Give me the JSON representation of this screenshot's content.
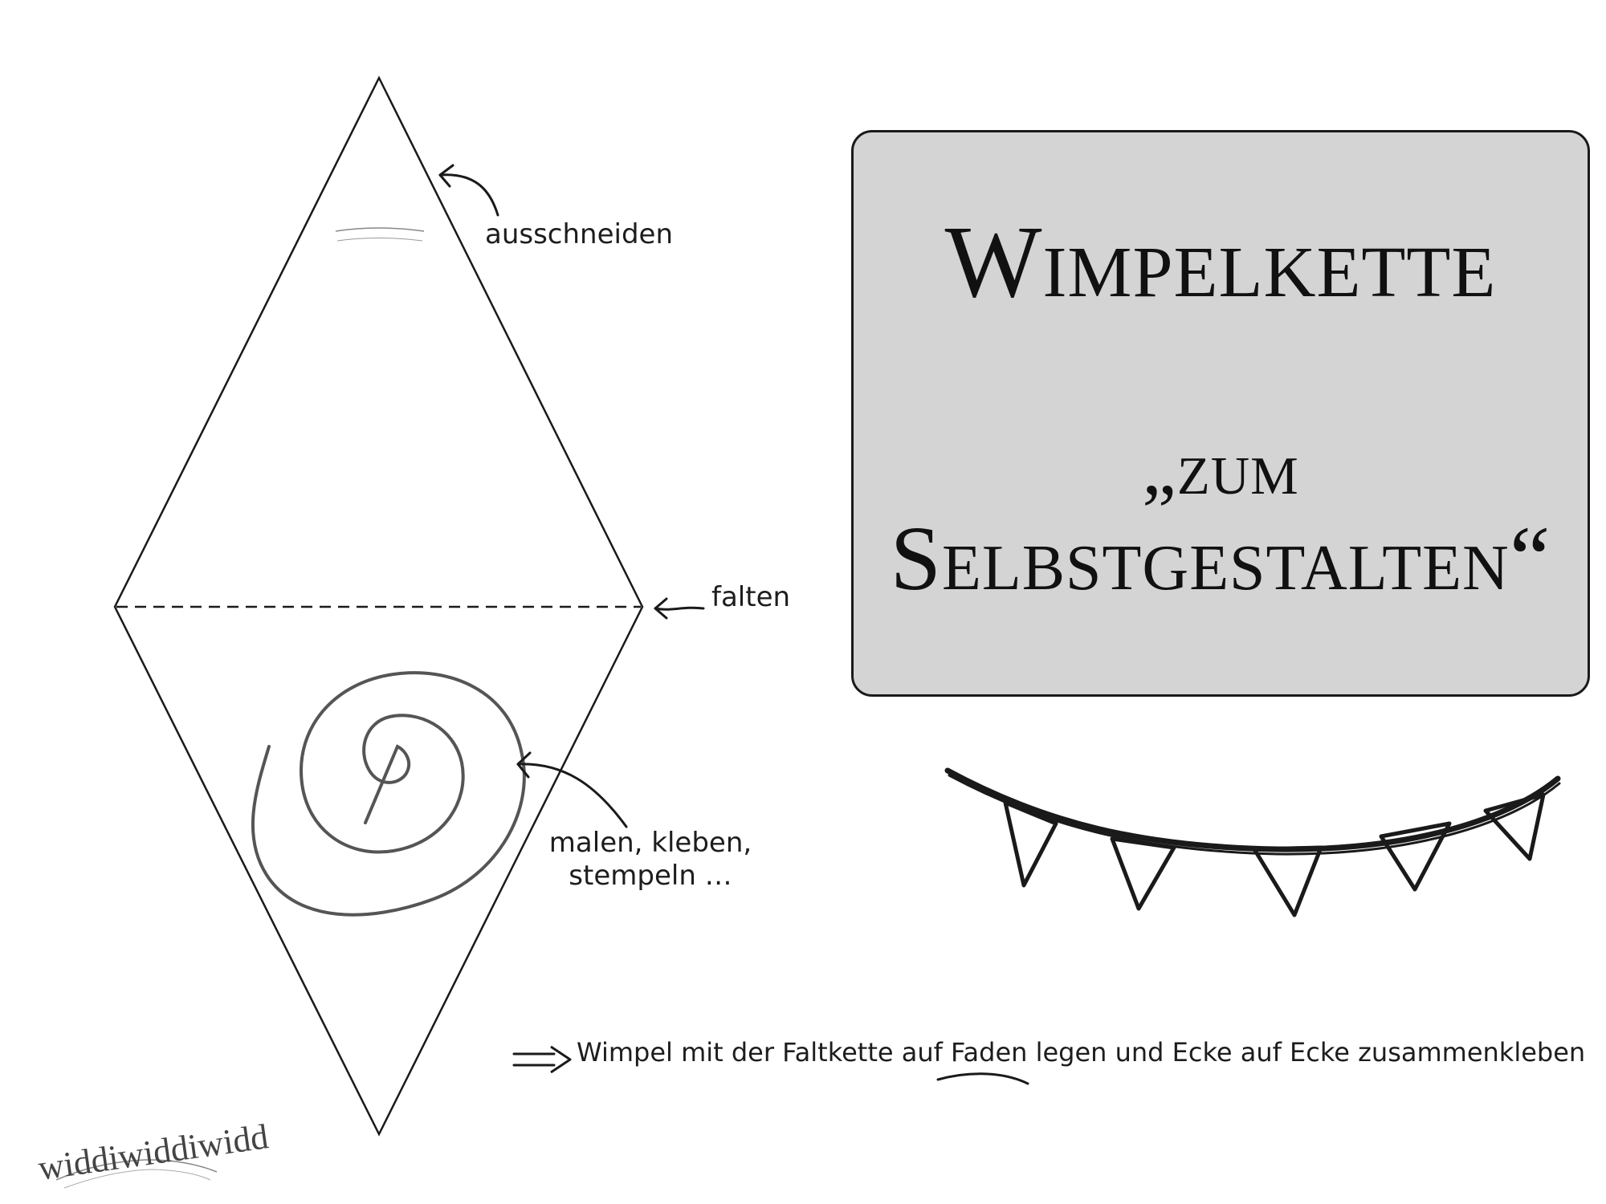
{
  "title": {
    "main": "Wimpelkette",
    "line2": "„zum",
    "line3": "Selbstgestalten“"
  },
  "labels": {
    "cut": "ausschneiden",
    "fold": "falten",
    "decorate_line1": "malen, kleben,",
    "decorate_line2": "stempeln …"
  },
  "instruction": {
    "before": "Wimpel mit der Faltkette auf ",
    "underlined": "Faden",
    "after": " legen und Ecke auf Ecke zusammenkleben"
  },
  "watermark": {
    "brand": "widdiwiddiwidd"
  },
  "colors": {
    "box_fill": "#d4d4d4",
    "ink": "#1a1a1a",
    "pencil": "#555555"
  },
  "icons": {
    "arrow": "double-line-right-arrow-icon"
  }
}
